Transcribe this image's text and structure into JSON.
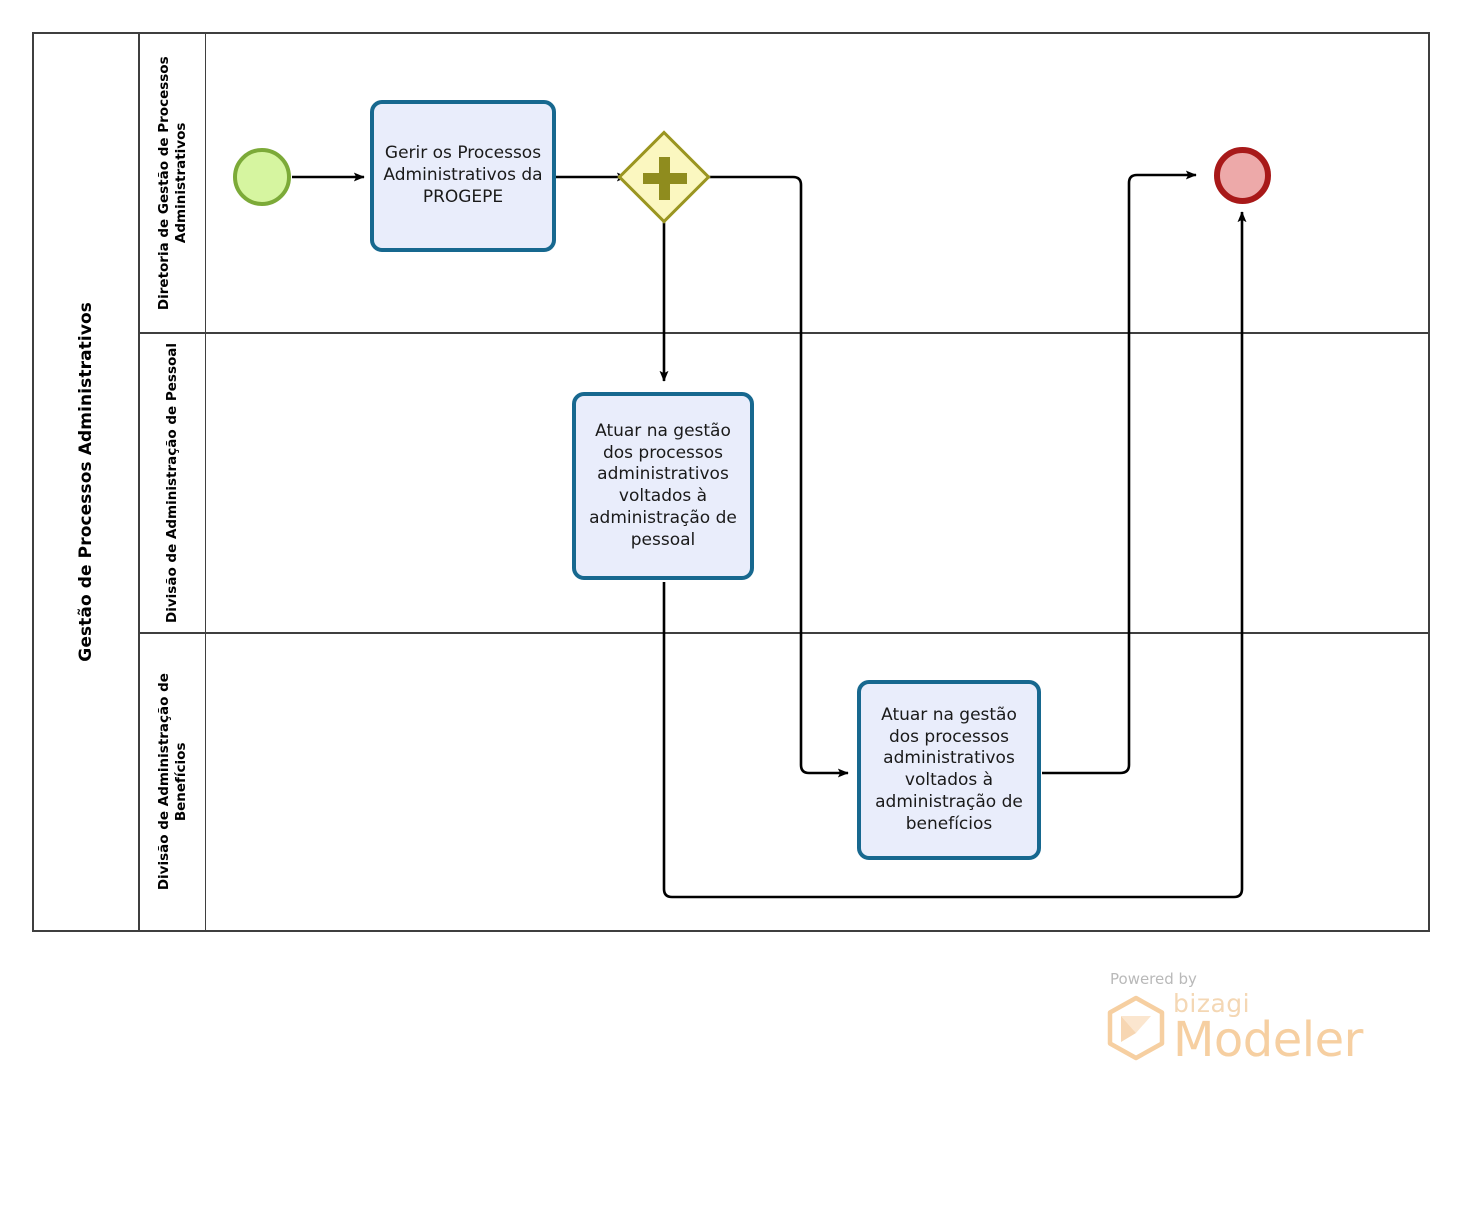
{
  "diagram": {
    "type": "bpmn-process",
    "pool": {
      "name": "Gestão de Processos Administrativos"
    },
    "lanes": [
      {
        "id": "lane-diretoria",
        "name": "Diretoria de Gestão de Processos Administrativos"
      },
      {
        "id": "lane-pessoal",
        "name": "Divisão de Administração de Pessoal"
      },
      {
        "id": "lane-beneficios",
        "name": "Divisão de Administração de Benefícios"
      }
    ],
    "nodes": {
      "start_event": {
        "kind": "start-event",
        "label": ""
      },
      "task_gerir": {
        "kind": "task",
        "label": "Gerir os Processos Administrativos da PROGEPE"
      },
      "gateway_parallel": {
        "kind": "parallel-gateway",
        "label": "",
        "symbol": "+"
      },
      "task_pessoal": {
        "kind": "task",
        "label": "Atuar na gestão dos processos administrativos voltados à administração de pessoal"
      },
      "task_beneficios": {
        "kind": "task",
        "label": "Atuar na gestão dos processos administrativos voltados à administração de benefícios"
      },
      "end_event": {
        "kind": "end-event",
        "label": ""
      }
    },
    "colors": {
      "start_fill": "#d6f5a0",
      "start_stroke": "#7caa38",
      "end_fill": "#eda9a9",
      "end_stroke": "#a81919",
      "task_fill": "#e9edfb",
      "task_stroke": "#17688f",
      "gateway_fill": "#fbf7c0",
      "gateway_stroke": "#9a9521",
      "gateway_symbol": "#8f8c1e",
      "pool_stroke": "#3f3f3f",
      "connector": "#000000"
    }
  },
  "branding": {
    "powered_by": "Powered by",
    "product_brand": "bizagi",
    "product_name": "Modeler"
  }
}
